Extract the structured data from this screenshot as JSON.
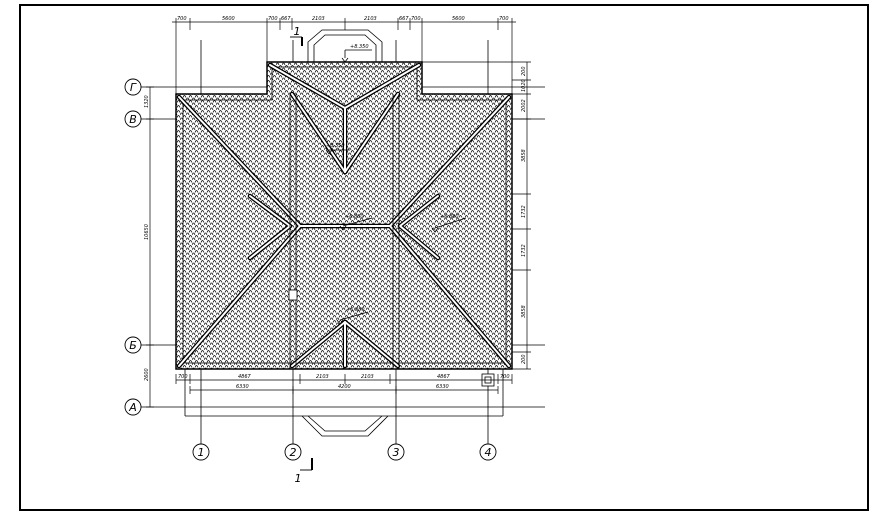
{
  "drawing": {
    "axes_horizontal": [
      "Г",
      "В",
      "Б",
      "А"
    ],
    "axes_vertical": [
      "1",
      "2",
      "3",
      "4"
    ],
    "section_mark": "1",
    "top_dims": [
      "700",
      "5600",
      "700",
      "667",
      "2103",
      "2103",
      "667",
      "700",
      "5600",
      "700"
    ],
    "bottom_dims_row1": [
      "700",
      "4867",
      "2103",
      "2103",
      "4867",
      "700"
    ],
    "bottom_dims_row2": [
      "6330",
      "4200",
      "6330"
    ],
    "left_dims": [
      "1320",
      "10650",
      "2600"
    ],
    "right_dims": [
      "200",
      "1020",
      "2002",
      "3858",
      "1732",
      "1732",
      "3858",
      "200"
    ],
    "levels": [
      "+8.350",
      "+8.350",
      "+6.880",
      "+6.880",
      "+6.880",
      "+8.350"
    ]
  }
}
